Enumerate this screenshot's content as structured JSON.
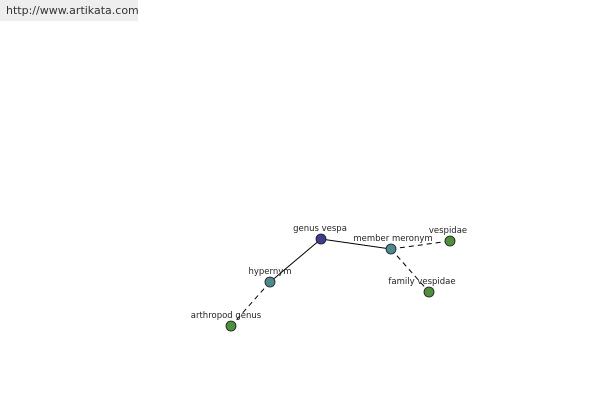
{
  "watermark": {
    "text": "http://www.artikata.com"
  },
  "colors": {
    "center_node": "#3d3d8f",
    "relation_node": "#4e8a8c",
    "leaf_node": "#4f8f3e",
    "node_stroke": "#1a1a1a"
  },
  "nodes": [
    {
      "id": "genus-vespa",
      "label": "genus vespa",
      "kind": "center"
    },
    {
      "id": "hypernym",
      "label": "hypernym",
      "kind": "relation"
    },
    {
      "id": "arthropod-genus",
      "label": "arthropod genus",
      "kind": "leaf"
    },
    {
      "id": "member-meronym",
      "label": "member meronym",
      "kind": "relation"
    },
    {
      "id": "vespidae",
      "label": "vespidae",
      "kind": "leaf"
    },
    {
      "id": "family-vespidae",
      "label": "family vespidae",
      "kind": "leaf"
    }
  ],
  "edges": [
    {
      "from": "genus-vespa",
      "to": "hypernym",
      "style": "solid"
    },
    {
      "from": "hypernym",
      "to": "arthropod-genus",
      "style": "dashed"
    },
    {
      "from": "genus-vespa",
      "to": "member-meronym",
      "style": "solid"
    },
    {
      "from": "member-meronym",
      "to": "vespidae",
      "style": "dashed"
    },
    {
      "from": "member-meronym",
      "to": "family-vespidae",
      "style": "dashed"
    }
  ]
}
